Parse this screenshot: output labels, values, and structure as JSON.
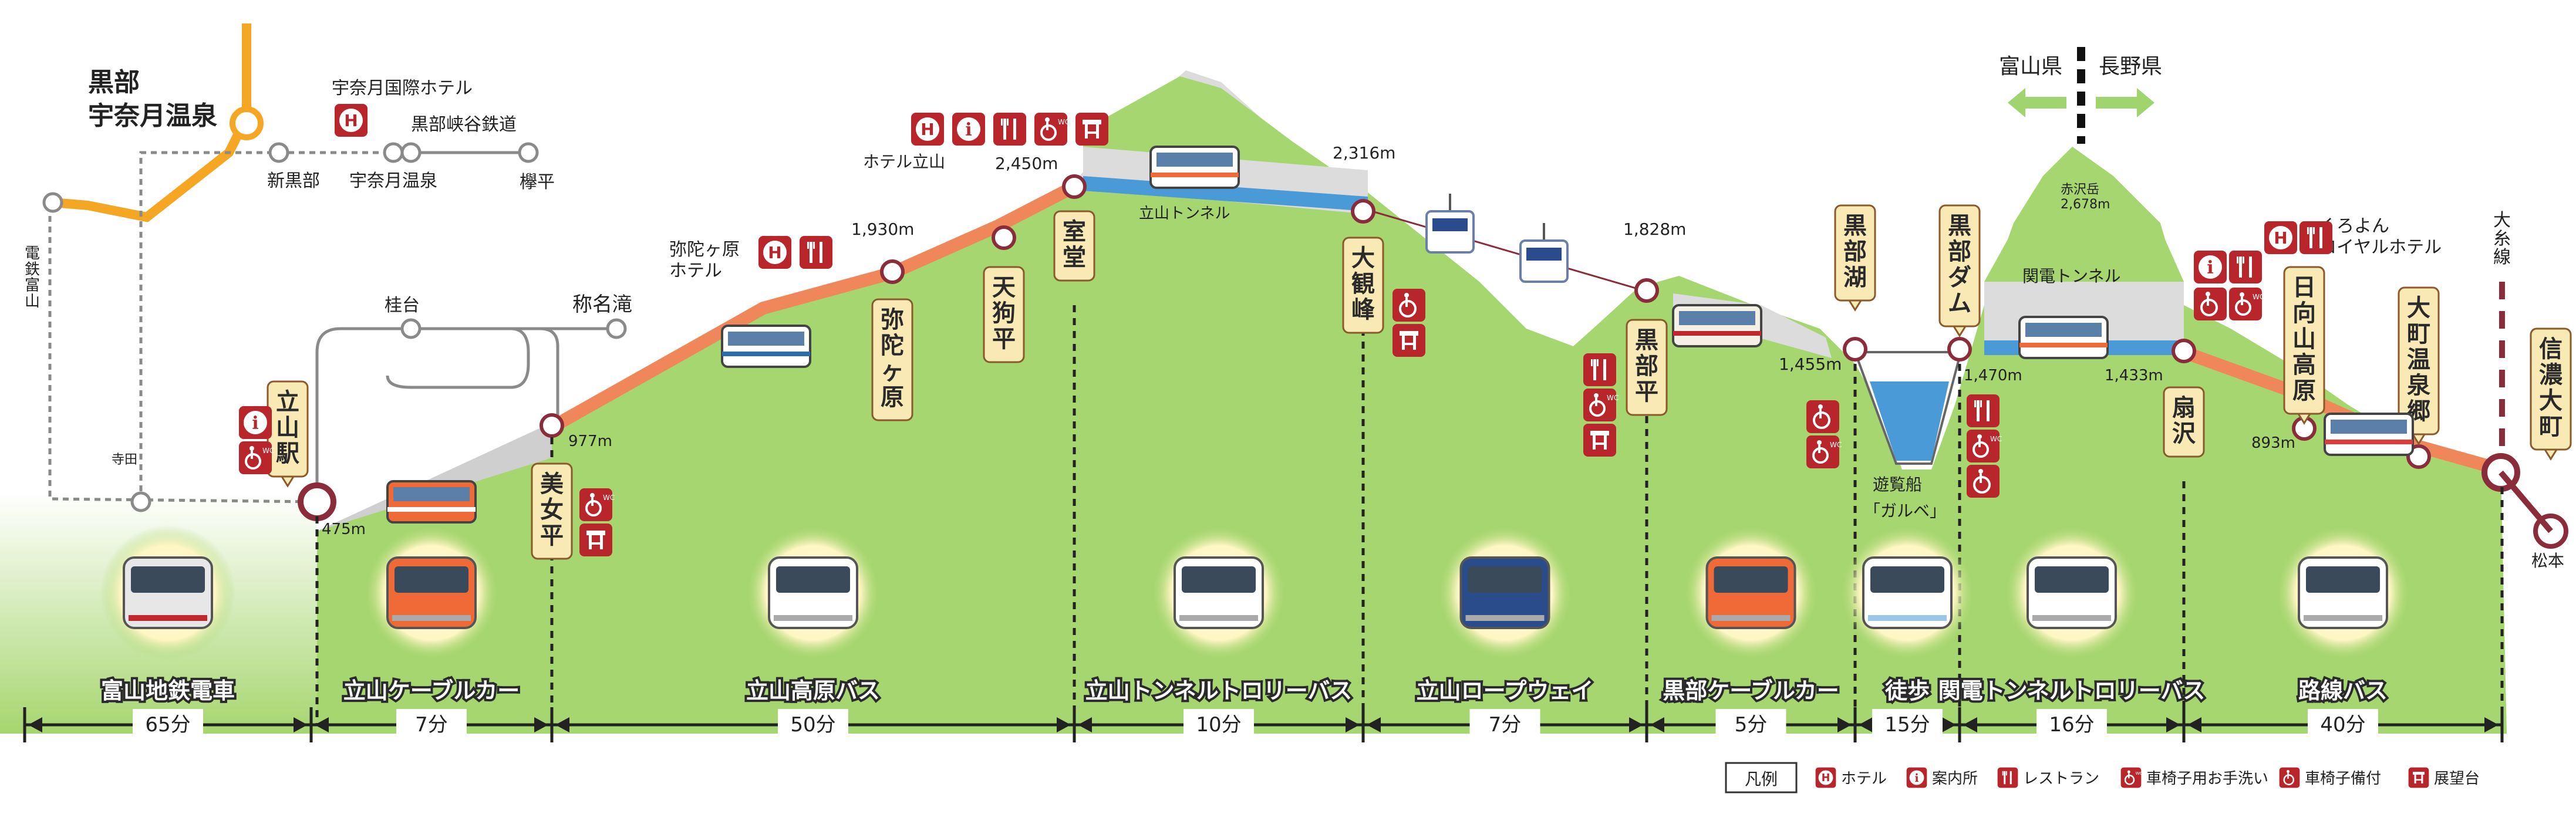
{
  "title_area": {
    "station_name_line1": "黒部",
    "station_name_line2": "宇奈月温泉"
  },
  "rail_map": {
    "unazuki_hotel": "宇奈月国際ホテル",
    "kurobe_gorge_railway": "黒部峡谷鉄道",
    "shin_kurobe": "新黒部",
    "unazuki_onsen": "宇奈月温泉",
    "keyakidaira": "欅平",
    "dentetsu_toyama": "電鉄富山",
    "terada": "寺田",
    "kotsuraidai": "桂台",
    "shomyo_falls": "称名滝"
  },
  "prefectures": {
    "left": "富山県",
    "right": "長野県"
  },
  "stations": {
    "tateyama": "立山駅",
    "bijodaira": "美女平",
    "midagahara": "弥陀ヶ原",
    "tengudaira": "天狗平",
    "murodo": "室堂",
    "daikanbo": "大観峰",
    "kurobedaira": "黒部平",
    "kurobeko": "黒部湖",
    "kurobe_dam": "黒部ダム",
    "ogizawa": "扇沢",
    "hinata_kogen": "日向山高原",
    "omachi_onsenkyo": "大町温泉郷",
    "shinano_omachi": "信濃大町",
    "oito_line": "大糸線",
    "matsumoto": "松本"
  },
  "elevations": {
    "tateyama": "475m",
    "bijodaira": "977m",
    "midagahara": "1,930m",
    "murodo": "2,450m",
    "daikanbo": "2,316m",
    "kurobedaira": "1,828m",
    "kurobeko": "1,455m",
    "kurobe_dam": "1,470m",
    "ogizawa": "1,433m",
    "hinata": "893m",
    "harusawa_dake": "2,678m"
  },
  "landmarks": {
    "midagahara_hotel": "弥陀ヶ原\nホテル",
    "hotel_tateyama": "ホテル立山",
    "tateyama_tunnel": "立山トンネル",
    "kanden_tunnel": "関電トンネル",
    "harusawa_dake": "赤沢岳",
    "kurobe_hotel": "くろよん\nロイヤルホテル",
    "boat_caption_1": "遊覧船",
    "boat_caption_2": "「ガルベ」"
  },
  "segments": [
    {
      "name": "富山地鉄電車",
      "time": "65分"
    },
    {
      "name": "立山ケーブルカー",
      "time": "7分"
    },
    {
      "name": "立山高原バス",
      "time": "50分"
    },
    {
      "name": "立山トンネルトロリーバス",
      "time": "10分"
    },
    {
      "name": "立山ロープウェイ",
      "time": "7分"
    },
    {
      "name": "黒部ケーブルカー",
      "time": "5分"
    },
    {
      "name": "徒歩",
      "time": "15分"
    },
    {
      "name": "関電トンネルトロリーバス",
      "time": "16分"
    },
    {
      "name": "路線バス",
      "time": "40分"
    }
  ],
  "legend": {
    "title": "凡例",
    "hotel": "ホテル",
    "info": "案内所",
    "restaurant": "レストラン",
    "wheelchair_toilet": "車椅子用お手洗い",
    "wheelchair": "車椅子備付",
    "observation": "展望台"
  },
  "icon_labels": {
    "hotel": "H",
    "info": "i",
    "wc": "WC"
  },
  "colors": {
    "sky_gray": "#dcdcdc",
    "mountain_green": "#9fd46f",
    "route_orange": "#f0875a",
    "tunnel_blue": "#4a9ad8",
    "label_box": "#f9e9b5",
    "icon_red": "#b8262c",
    "rail_orange": "#f5a623"
  }
}
